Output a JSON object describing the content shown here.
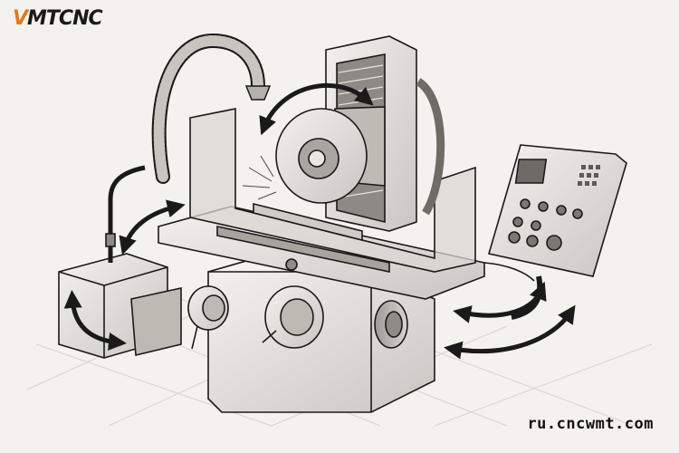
{
  "logo": {
    "prefix": "V",
    "rest": "MTCNC"
  },
  "footer": {
    "url": "ru.cncwmt.com"
  },
  "colors": {
    "accent": "#e07a1c",
    "ink": "#1a1a1a",
    "paper": "#f4f2ee"
  },
  "icons": [
    "rotation-arrow-icon",
    "double-arrow-icon"
  ]
}
